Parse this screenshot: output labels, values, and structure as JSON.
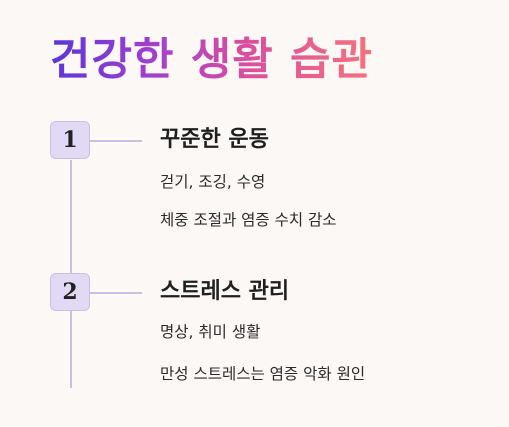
{
  "title": "건강한 생활 습관",
  "steps": [
    {
      "number": "1",
      "heading": "꾸준한 운동",
      "details": [
        "걷기, 조깅, 수영",
        "체중 조절과 염증 수치 감소"
      ]
    },
    {
      "number": "2",
      "heading": "스트레스 관리",
      "details": [
        "명상, 취미 생활",
        "만성 스트레스는 염증 악화 원인"
      ]
    }
  ],
  "colors": {
    "background": "#fcf8f5",
    "title_gradient_start": "#5b36d6",
    "title_gradient_end": "#f2737e",
    "badge_fill": "#e2daf5",
    "line": "#c9c0e3"
  }
}
